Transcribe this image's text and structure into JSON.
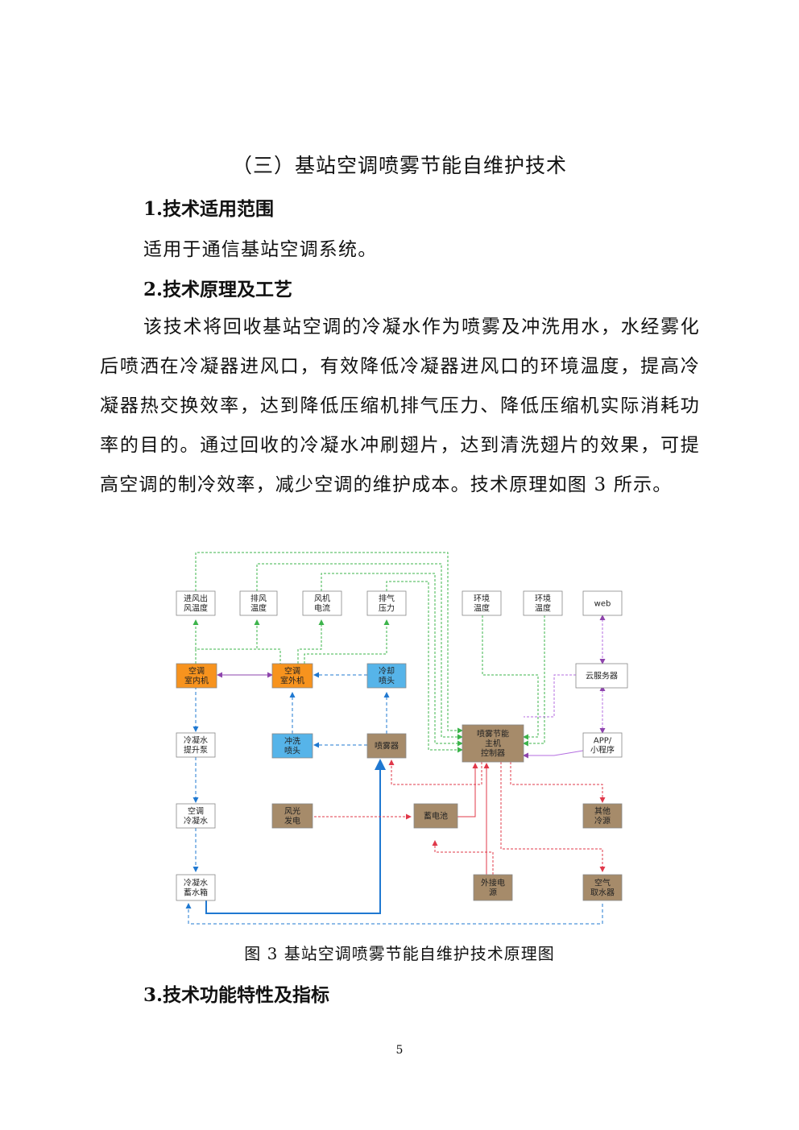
{
  "document": {
    "title": "（三）基站空调喷雾节能自维护技术",
    "sections": {
      "s1_heading": "1.技术适用范围",
      "s1_text": "适用于通信基站空调系统。",
      "s2_heading": "2.技术原理及工艺",
      "s2_text": "该技术将回收基站空调的冷凝水作为喷雾及冲洗用水，水经雾化后喷洒在冷凝器进风口，有效降低冷凝器进风口的环境温度，提高冷凝器热交换效率，达到降低压缩机排气压力、降低压缩机实际消耗功率的目的。通过回收的冷凝水冲刷翅片，达到清洗翅片的效果，可提高空调的制冷效率，减少空调的维护成本。技术原理如图 3 所示。",
      "s3_heading": "3.技术功能特性及指标"
    },
    "figure_caption": "图 3  基站空调喷雾节能自维护技术原理图",
    "page_number": "5"
  },
  "diagram": {
    "colors": {
      "orange": "#f7931e",
      "blue": "#56b4e9",
      "brown": "#a68b6a",
      "white": "#ffffff",
      "green_line": "#3cb44b",
      "blue_line": "#1f78d1",
      "purple_line": "#8e44ad",
      "red_line": "#e0384a"
    },
    "nodes": {
      "in_out_temp": [
        "进风出",
        "风温度"
      ],
      "exhaust_temp": [
        "排风",
        "温度"
      ],
      "fan_current": [
        "风机",
        "电流"
      ],
      "exhaust_pressure": [
        "排气",
        "压力"
      ],
      "env_temp_1": [
        "环境",
        "温度"
      ],
      "env_temp_2": [
        "环境",
        "温度"
      ],
      "web": [
        "web"
      ],
      "indoor_unit": [
        "空调",
        "室内机"
      ],
      "outdoor_unit": [
        "空调",
        "室外机"
      ],
      "cooling_nozzle": [
        "冷却",
        "喷头"
      ],
      "cloud_server": [
        "云服务器"
      ],
      "condensate_pump": [
        "冷凝水",
        "提升泵"
      ],
      "wash_nozzle": [
        "冲洗",
        "喷头"
      ],
      "sprayer": [
        "喷雾器"
      ],
      "controller": [
        "喷雾节能",
        "主机",
        "控制器"
      ],
      "app": [
        "APP/",
        "小程序"
      ],
      "condensate": [
        "空调",
        "冷凝水"
      ],
      "wind_solar": [
        "风光",
        "发电"
      ],
      "battery": [
        "蓄电池"
      ],
      "other_cooling": [
        "其他",
        "冷源"
      ],
      "tank": [
        "冷凝水",
        "蓄水箱"
      ],
      "external_power": [
        "外接电",
        "源"
      ],
      "air_water": [
        "空气",
        "取水器"
      ]
    }
  }
}
